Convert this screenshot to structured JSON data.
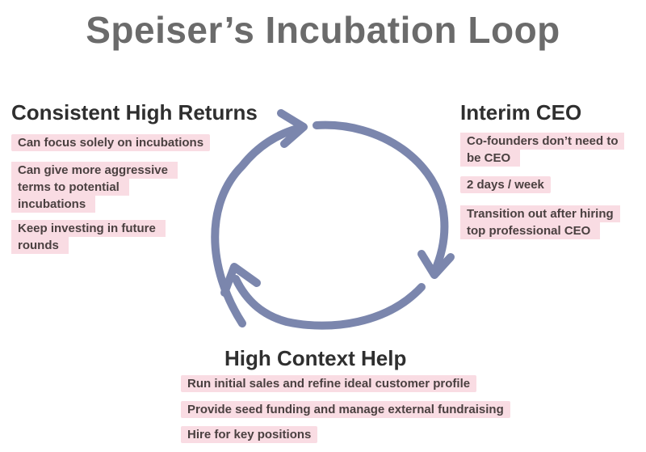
{
  "title": "Speiser’s Incubation Loop",
  "sections": {
    "returns": {
      "heading": "Consistent High Returns",
      "items": [
        [
          "Can focus solely on incubations"
        ],
        [
          "Can give more aggressive",
          "terms to potential",
          "incubations"
        ],
        [
          "Keep investing in future",
          "rounds"
        ]
      ]
    },
    "ceo": {
      "heading": "Interim CEO",
      "items": [
        [
          "Co-founders don’t need to",
          "be CEO"
        ],
        [
          "2 days / week"
        ],
        [
          "Transition out after hiring",
          "top professional CEO"
        ]
      ]
    },
    "help": {
      "heading": "High Context Help",
      "items": [
        [
          "Run initial sales and refine ideal customer profile"
        ],
        [
          "Provide seed funding and manage external fundraising"
        ],
        [
          "Hire for key positions"
        ]
      ]
    }
  },
  "colors": {
    "loop": "#7b86ad",
    "tag_bg": "#f9dce3"
  }
}
